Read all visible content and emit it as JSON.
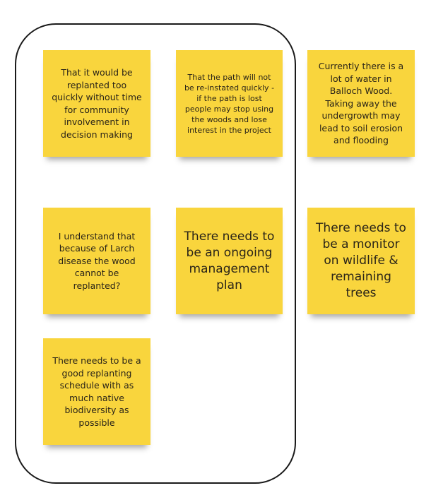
{
  "notes": [
    {
      "id": "n1",
      "text": "That it would be replanted too quickly without time for community involvement in decision making"
    },
    {
      "id": "n2",
      "text": "That the path will not be re-instated quickly - if the path is lost people may stop using the woods and lose interest in the project"
    },
    {
      "id": "n3",
      "text": "Currently there is a lot of water in Balloch Wood. Taking away the undergrowth may lead to soil erosion and flooding"
    },
    {
      "id": "n4",
      "text": "I understand that because of Larch disease the wood cannot be replanted?"
    },
    {
      "id": "n5",
      "text": "There needs to be an ongoing management plan"
    },
    {
      "id": "n6",
      "text": "There needs to be a monitor on wildlife & remaining trees"
    },
    {
      "id": "n7",
      "text": "There needs to be a good replanting schedule with as much native biodiversity as possible"
    }
  ],
  "colors": {
    "note": "#f9d53d",
    "outline": "#1a1a1a",
    "text": "#2a2418"
  }
}
